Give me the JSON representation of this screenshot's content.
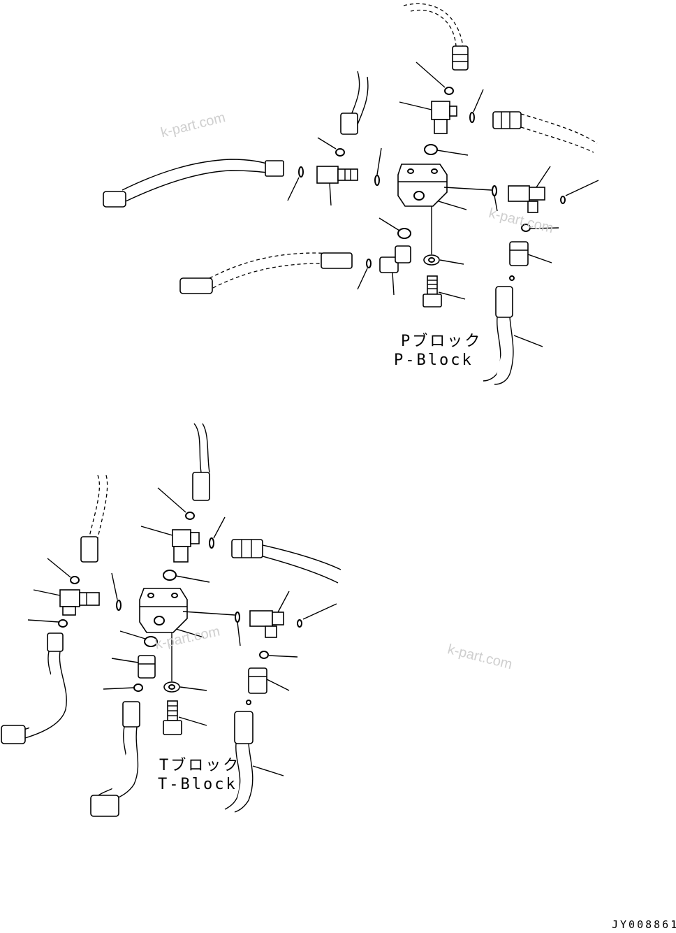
{
  "diagram": {
    "p_block": {
      "label_jp": "Pブロック",
      "label_en": "P-Block"
    },
    "t_block": {
      "label_jp": "Tブロック",
      "label_en": "T-Block"
    },
    "drawing_code": "JY008861",
    "watermark": "k-part.com"
  }
}
